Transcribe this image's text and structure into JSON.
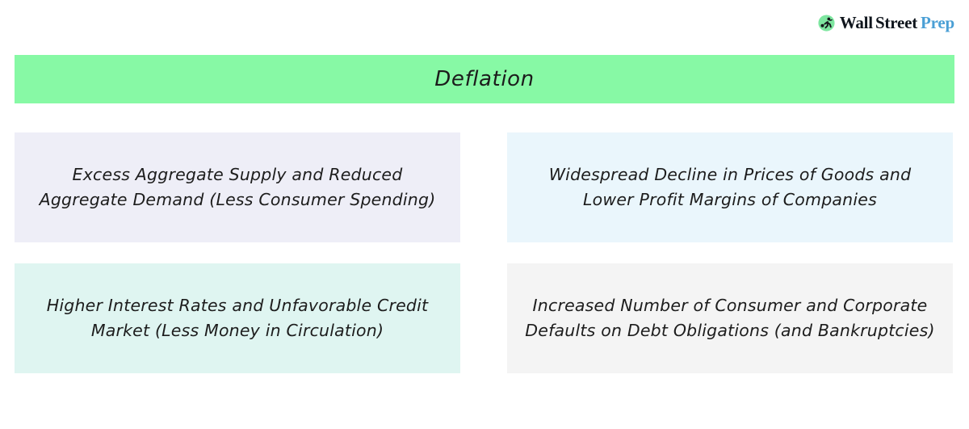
{
  "brand": {
    "icon": "wsp-runner-icon",
    "word1": "Wall",
    "word2": "Street",
    "word3": "Prep",
    "mark_circle_color": "#7ee6a0",
    "mark_figure_color": "#15181b",
    "text_color": "#10161d",
    "accent_color": "#4a9fd5"
  },
  "banner": {
    "title": "Deflation",
    "background_color": "#87f9a5",
    "text_color": "#1c1c1c"
  },
  "boxes": [
    {
      "id": "excess-aggregate-supply",
      "text": "Excess Aggregate Supply and Reduced Aggregate Demand (Less Consumer Spending)",
      "background_color": "#eeeef7",
      "text_color": "#1d1d1d",
      "row": 0,
      "column": 0
    },
    {
      "id": "widespread-decline-in-prices",
      "text": "Widespread Decline in Prices of Goods and Lower Profit Margins of Companies",
      "background_color": "#eaf6fc",
      "text_color": "#1d1d1d",
      "row": 0,
      "column": 1
    },
    {
      "id": "higher-interest-rates",
      "text": "Higher Interest Rates and Unfavorable Credit Market (Less Money in Circulation)",
      "background_color": "#dff5f1",
      "text_color": "#1d1d1d",
      "row": 1,
      "column": 0
    },
    {
      "id": "increased-defaults",
      "text": "Increased Number of Consumer and Corporate Defaults on Debt Obligations (and Bankruptcies)",
      "background_color": "#f4f4f4",
      "text_color": "#1d1d1d",
      "row": 1,
      "column": 1
    }
  ],
  "page": {
    "background_color": "#ffffff"
  }
}
